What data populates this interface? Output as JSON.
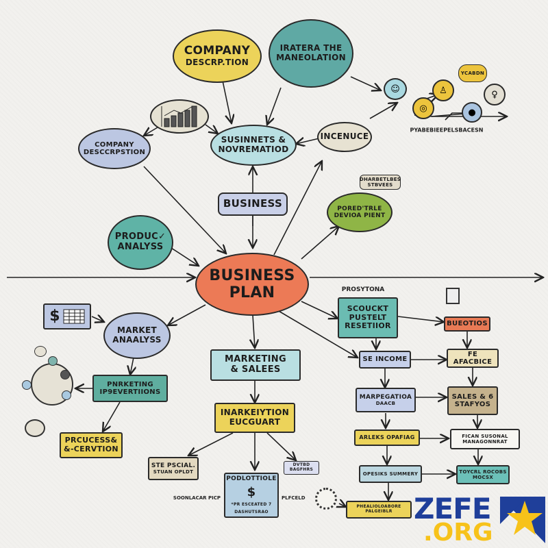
{
  "title": "BUSINESS PLAN",
  "nodes": {
    "company_description_top": [
      "COMPANY",
      "DESCRP.TION"
    ],
    "iratera": [
      "IRATERA THE",
      "MANEOLATION"
    ],
    "company_description_left": [
      "COMPANY",
      "DESCCRPSTION"
    ],
    "susinnets": [
      "SUSINNETS &",
      "NOVREMATIOD"
    ],
    "incenuce": "INCENUCE",
    "business": "BUSINESS",
    "development": [
      "PORED'TRLE",
      "DEVIOA PIENT"
    ],
    "development_callout": [
      "DHARBETLBES",
      "STBVEES"
    ],
    "product_analysis": [
      "PRODUC✓",
      "ANALYSS"
    ],
    "market_analysis": [
      "MARKET",
      "ANAALYSS"
    ],
    "marketing_promotions": [
      "PNRKETING",
      "IP9EVERTIIONS"
    ],
    "process_creation": [
      "PRCUCESS&",
      "&-CERVTION"
    ],
    "marketing_sales": [
      "MARKETING",
      "& SALEES"
    ],
    "inarkeytion": [
      "INARKEIYTION",
      "EUCGUART"
    ],
    "special": [
      "STE PSCIAL.",
      "STUAN OPLDT"
    ],
    "podlottiole": [
      "PODLOTTIOLE",
      "*PR ESCEATED 7",
      "DASHUTSRAO"
    ],
    "podlottiole_left": "SOONLACAR PICP",
    "podlottiole_right": "PLFCELD",
    "dvtbd": [
      "DVTBD",
      "BAGFHRS"
    ],
    "icons_callout": "YCABDN",
    "icons_caption": "PYABEBIEEPELSBACESN",
    "prosytona_label": "PROSYTONA",
    "scouckt": [
      "SCOUCKT",
      "PUSTELT",
      "RESETIIOR"
    ],
    "bueotios": "BUEOTIOS",
    "se_income": "SE INCOME",
    "fe_afacbice": "FE AFACBICE",
    "marpegation": [
      "MARPEGATIOA",
      "DAACB"
    ],
    "sales_stafyos": [
      "SALES & 6",
      "STAFYOS"
    ],
    "arleks": "ARLEKS OPAFIAG",
    "fican": [
      "FICAN SUSONAL",
      "MANAGONNRAT"
    ],
    "opesiks": "OPESIKS SUMMERY",
    "toycrl": [
      "TOYCRL ROCOBS",
      "MOCSX"
    ],
    "pheal": [
      "PHEALIOLOABORE",
      "PALGEIBLR"
    ]
  },
  "watermark": {
    "line1": "ZEFE",
    "line2": ".ORG"
  },
  "colors": {
    "yellow": "#ecd35a",
    "teal": "#5fa9a4",
    "lavender": "#bcc7e2",
    "cyan": "#b9dfe2",
    "orange": "#ec7a56",
    "green": "#8fb546",
    "beige": "#e7e2d2",
    "tan": "#c5b28d",
    "brand_blue": "#1f3f9a",
    "brand_yellow": "#f7c21a"
  }
}
